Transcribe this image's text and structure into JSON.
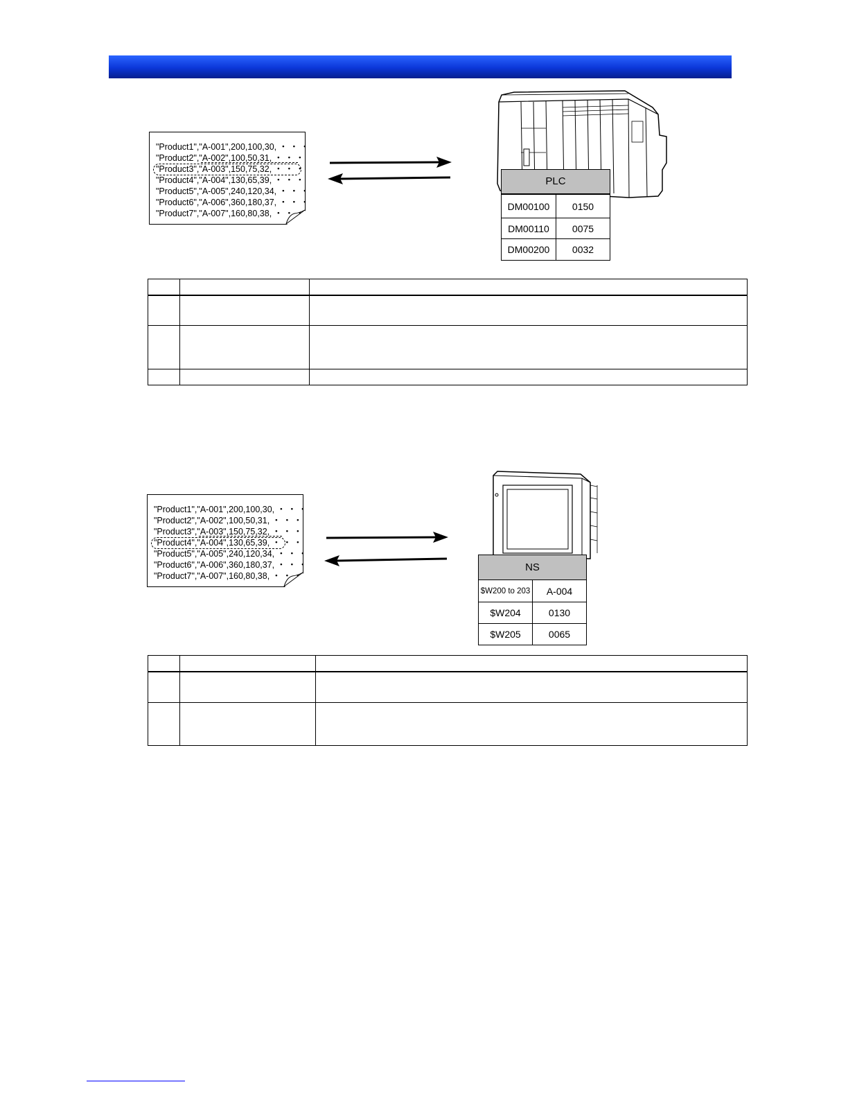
{
  "csv_upper": {
    "lines": [
      "\"Product1\",\"A-001\",200,100,30,",
      "\"Product2\",\"A-002\",100,50,31,",
      "\"Product3\",\"A-003\",150,75,32,",
      "\"Product4\",\"A-004\",130,65,39,",
      "\"Product5\",\"A-005\",240,120,34,",
      "\"Product6\",\"A-006\",360,180,37,",
      "\"Product7\",\"A-007\",160,80,38,"
    ],
    "ellipsis": "・・・"
  },
  "plc": {
    "label": "PLC",
    "rows": [
      {
        "address": "DM00100",
        "value": "0150"
      },
      {
        "address": "DM00110",
        "value": "0075"
      },
      {
        "address": "DM00200",
        "value": "0032"
      }
    ]
  },
  "csv_lower": {
    "lines": [
      "\"Product1\",\"A-001\",200,100,30,",
      "\"Product2\",\"A-002\",100,50,31,",
      "\"Product3\",\"A-003\",150,75,32,",
      "\"Product4\",\"A-004\",130,65,39,",
      "\"Product5\",\"A-005\",240,120,34,",
      "\"Product6\",\"A-006\",360,180,37,",
      "\"Product7\",\"A-007\",160,80,38,"
    ],
    "ellipsis": "・・・"
  },
  "ns": {
    "label": "NS",
    "rows": [
      {
        "address": "$W200 to 203",
        "value": "A-004"
      },
      {
        "address": "$W204",
        "value": "0130"
      },
      {
        "address": "$W205",
        "value": "0065"
      }
    ]
  }
}
